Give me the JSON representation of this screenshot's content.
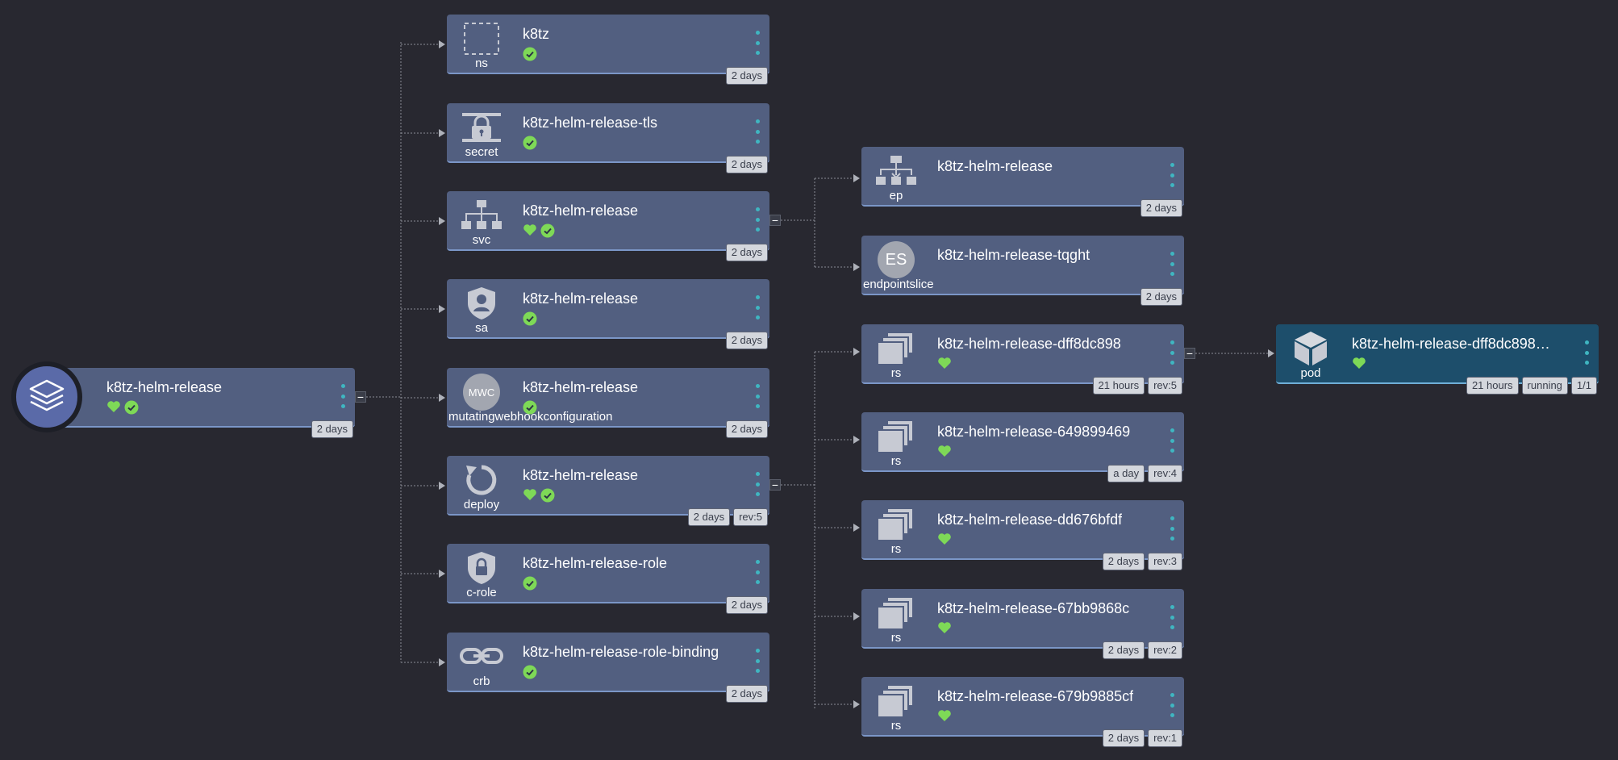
{
  "colors": {
    "background": "#282830",
    "node": "#525f80",
    "pod_node": "#1d4e6b",
    "health": "#7ed957",
    "menu_dots": "#3fb6c1",
    "edge": "#8a8d96"
  },
  "root": {
    "name": "k8tz-helm-release",
    "icon": "layers-icon",
    "status": [
      "heart",
      "check"
    ],
    "badges": [
      "2 days"
    ]
  },
  "children": [
    {
      "name": "k8tz",
      "kind": "ns",
      "icon": "namespace-icon",
      "status": [
        "check"
      ],
      "badges": [
        "2 days"
      ]
    },
    {
      "name": "k8tz-helm-release-tls",
      "kind": "secret",
      "icon": "secret-lock-icon",
      "status": [
        "check"
      ],
      "badges": [
        "2 days"
      ]
    },
    {
      "name": "k8tz-helm-release",
      "kind": "svc",
      "icon": "service-network-icon",
      "status": [
        "heart",
        "check"
      ],
      "badges": [
        "2 days"
      ]
    },
    {
      "name": "k8tz-helm-release",
      "kind": "sa",
      "icon": "service-account-icon",
      "status": [
        "check"
      ],
      "badges": [
        "2 days"
      ]
    },
    {
      "name": "k8tz-helm-release",
      "kind": "mutatingwebhookconfiguration",
      "icon_text": "MWC",
      "icon": "mwc-circle-icon",
      "status": [
        "check"
      ],
      "badges": [
        "2 days"
      ]
    },
    {
      "name": "k8tz-helm-release",
      "kind": "deploy",
      "icon": "deploy-refresh-icon",
      "status": [
        "heart",
        "check"
      ],
      "badges": [
        "2 days",
        "rev:5"
      ]
    },
    {
      "name": "k8tz-helm-release-role",
      "kind": "c-role",
      "icon": "cluster-role-icon",
      "status": [
        "check"
      ],
      "badges": [
        "2 days"
      ]
    },
    {
      "name": "k8tz-helm-release-role-binding",
      "kind": "crb",
      "icon": "link-icon",
      "status": [
        "check"
      ],
      "badges": [
        "2 days"
      ]
    }
  ],
  "svc_children": [
    {
      "name": "k8tz-helm-release",
      "kind": "ep",
      "icon": "endpoints-network-icon",
      "status": [],
      "badges": [
        "2 days"
      ]
    },
    {
      "name": "k8tz-helm-release-tqght",
      "kind": "endpointslice",
      "icon_text": "ES",
      "icon": "endpointslice-circle-icon",
      "status": [],
      "badges": [
        "2 days"
      ]
    }
  ],
  "deploy_children": [
    {
      "name": "k8tz-helm-release-dff8dc898",
      "kind": "rs",
      "icon": "replicaset-icon",
      "status": [
        "heart"
      ],
      "badges": [
        "21 hours",
        "rev:5"
      ]
    },
    {
      "name": "k8tz-helm-release-649899469",
      "kind": "rs",
      "icon": "replicaset-icon",
      "status": [
        "heart"
      ],
      "badges": [
        "a day",
        "rev:4"
      ]
    },
    {
      "name": "k8tz-helm-release-dd676bfdf",
      "kind": "rs",
      "icon": "replicaset-icon",
      "status": [
        "heart"
      ],
      "badges": [
        "2 days",
        "rev:3"
      ]
    },
    {
      "name": "k8tz-helm-release-67bb9868c",
      "kind": "rs",
      "icon": "replicaset-icon",
      "status": [
        "heart"
      ],
      "badges": [
        "2 days",
        "rev:2"
      ]
    },
    {
      "name": "k8tz-helm-release-679b9885cf",
      "kind": "rs",
      "icon": "replicaset-icon",
      "status": [
        "heart"
      ],
      "badges": [
        "2 days",
        "rev:1"
      ]
    }
  ],
  "pod": {
    "name": "k8tz-helm-release-dff8dc898-…",
    "kind": "pod",
    "icon": "pod-cube-icon",
    "status": [
      "heart"
    ],
    "badges": [
      "21 hours",
      "running",
      "1/1"
    ]
  }
}
